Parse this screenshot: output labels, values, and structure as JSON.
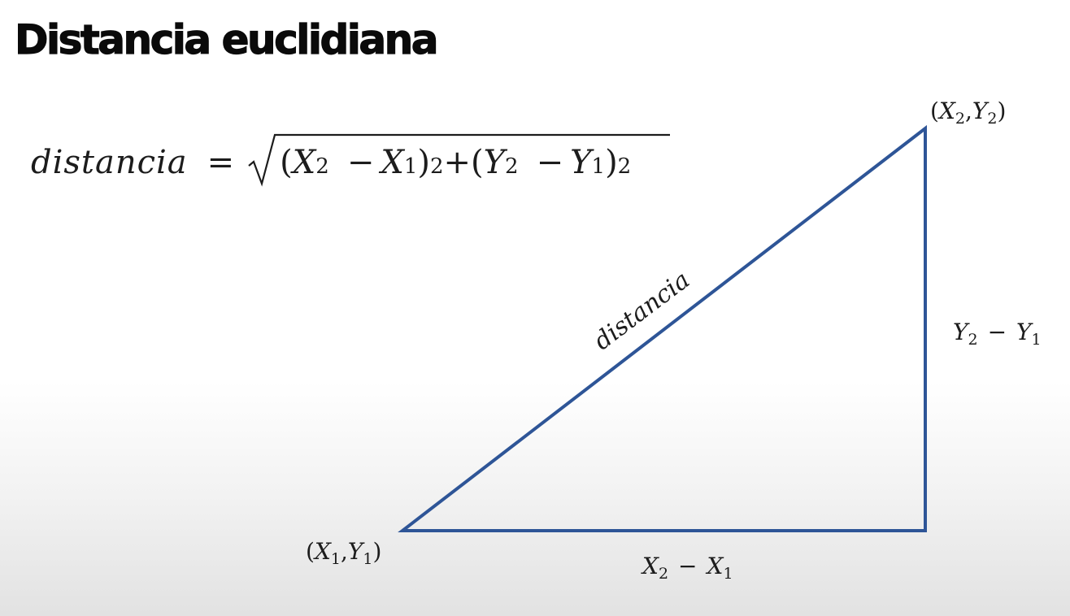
{
  "slide": {
    "title": "Distancia euclidiana"
  },
  "formula": {
    "lhs": "distancia",
    "equals": "=",
    "open_paren_1": "(",
    "term_x2": "X",
    "term_x2_sub": "2",
    "minus_1": "−",
    "term_x1": "X",
    "term_x1_sub": "1",
    "close_paren_1": ")",
    "exp_1": "2",
    "plus": "+",
    "open_paren_2": "(",
    "term_y2": "Y",
    "term_y2_sub": "2",
    "minus_2": "−",
    "term_y1": "Y",
    "term_y1_sub": "1",
    "close_paren_2": ")",
    "exp_2": "2"
  },
  "diagram": {
    "line_color": "#2e5597",
    "hypotenuse_label": "distancia",
    "point_1": {
      "open": "(",
      "x": "X",
      "x_sub": "1",
      "comma": ",",
      "y": "Y",
      "y_sub": "1",
      "close": ")"
    },
    "point_2": {
      "open": "(",
      "x": "X",
      "x_sub": "2",
      "comma": ",",
      "y": "Y",
      "y_sub": "2",
      "close": ")"
    },
    "horizontal_leg": {
      "a": "X",
      "a_sub": "2",
      "minus": "−",
      "b": "X",
      "b_sub": "1"
    },
    "vertical_leg": {
      "a": "Y",
      "a_sub": "2",
      "minus": "−",
      "b": "Y",
      "b_sub": "1"
    }
  }
}
